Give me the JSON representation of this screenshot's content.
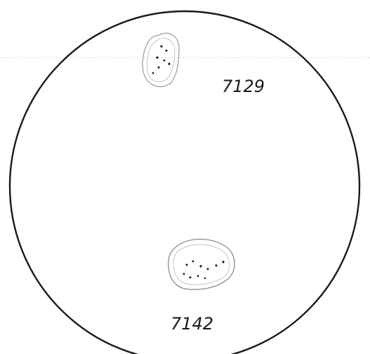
{
  "sketch": {
    "stroke_color": "#1a1a1a",
    "faint_color": "#9a9a9a",
    "background": "#ffffff",
    "labels": {
      "top": "7129",
      "bottom": "7142"
    },
    "speckle_groups": {
      "top_count": 7,
      "bottom_count": 10
    }
  }
}
